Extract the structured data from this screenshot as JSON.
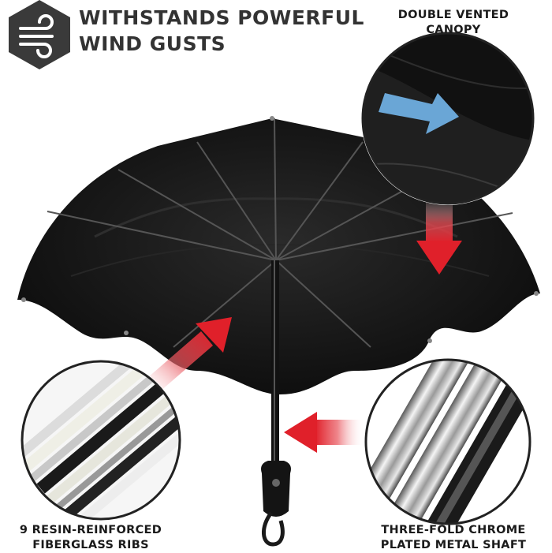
{
  "headline": {
    "line1": "WITHSTANDS POWERFUL",
    "line2": "WIND GUSTS",
    "badge_icon": "wind-icon"
  },
  "callouts": {
    "vented": {
      "line1": "DOUBLE VENTED",
      "line2": "CANOPY",
      "icon": "magnified-vent-detail"
    },
    "ribs": {
      "line1": "9 RESIN-REINFORCED",
      "line2": "FIBERGLASS RIBS",
      "icon": "magnified-ribs-detail"
    },
    "shaft": {
      "line1": "THREE-FOLD CHROME",
      "line2": "PLATED METAL SHAFT",
      "icon": "magnified-shaft-detail"
    }
  },
  "colors": {
    "canopy": "#141414",
    "arrow_red": "#e0202a",
    "vent_arrow_blue": "#6aa6d6",
    "text": "#333333"
  }
}
